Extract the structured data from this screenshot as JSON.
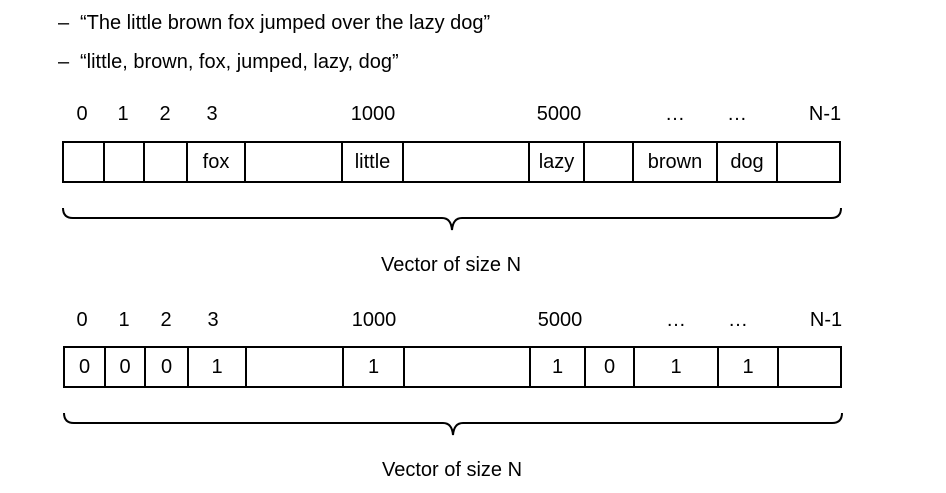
{
  "bullets": [
    {
      "dash": "–",
      "text": "“The little brown fox jumped over the lazy dog”"
    },
    {
      "dash": "–",
      "text": "“little, brown, fox, jumped, lazy, dog”"
    }
  ],
  "indices": [
    "0",
    "1",
    "2",
    "3",
    "1000",
    "5000",
    "…",
    "…",
    "N-1"
  ],
  "vector_words": [
    "",
    "",
    "",
    "fox",
    "",
    "little",
    "",
    "lazy",
    "",
    "brown",
    "dog",
    ""
  ],
  "vector_binary": [
    "0",
    "0",
    "0",
    "1",
    "",
    "1",
    "",
    "1",
    "0",
    "1",
    "1",
    ""
  ],
  "caption": "Vector of size N"
}
